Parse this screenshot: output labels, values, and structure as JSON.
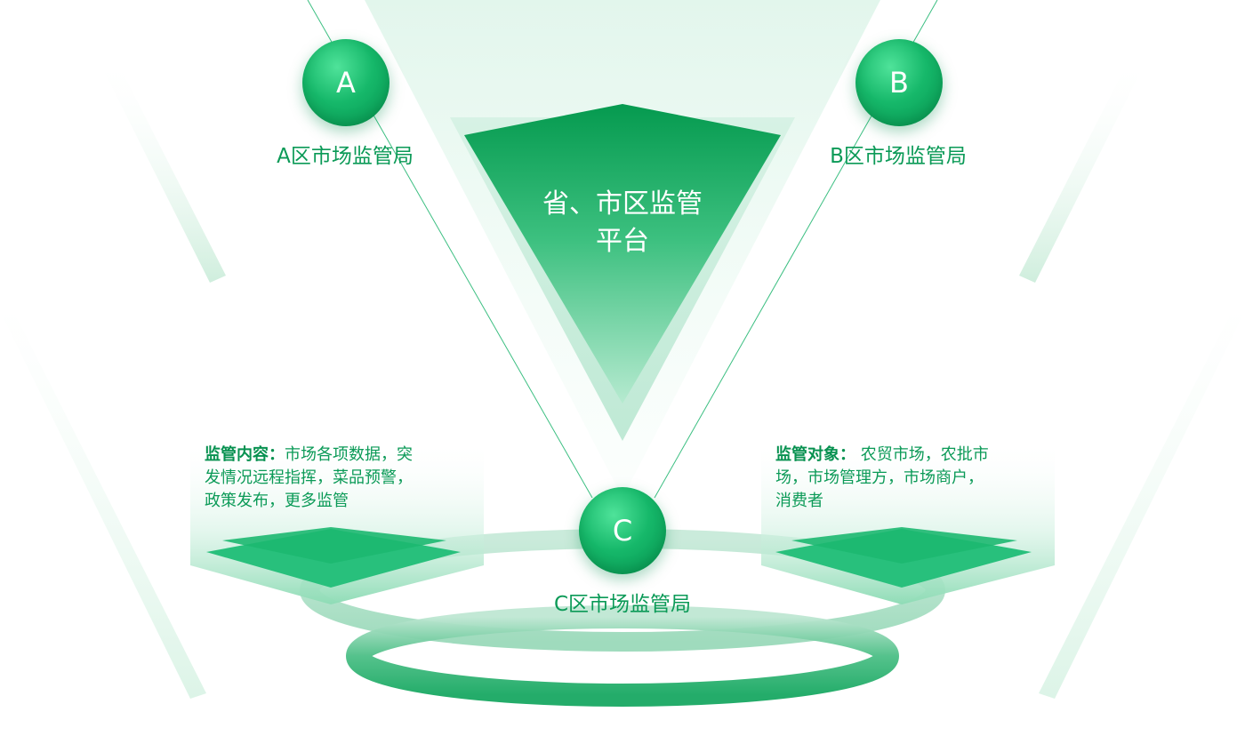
{
  "platform": {
    "title_line1": "省、市区监管",
    "title_line2": "平台"
  },
  "nodes": [
    {
      "letter": "A",
      "label": "A区市场监管局"
    },
    {
      "letter": "B",
      "label": "B区市场监管局"
    },
    {
      "letter": "C",
      "label": "C区市场监管局"
    }
  ],
  "info_left": {
    "key": "监管内容：",
    "line1": "市场各项数据，突",
    "line2": "发情况远程指挥，菜品预警，",
    "line3": "政策发布，更多监管"
  },
  "info_right": {
    "key": "监管对象：",
    "line1": " 农贸市场，农批市",
    "line2": "场，市场管理方，市场商户，",
    "line3": "消费者"
  },
  "colors": {
    "primary": "#0b9a57",
    "accent": "#1fc27c",
    "light": "#bfeedd"
  }
}
